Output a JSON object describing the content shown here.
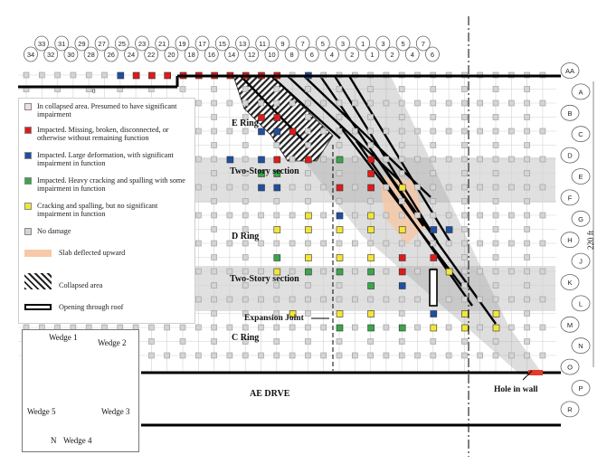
{
  "columns_top": [
    "33",
    "31",
    "29",
    "27",
    "25",
    "23",
    "21",
    "19",
    "17",
    "15",
    "13",
    "11",
    "9",
    "7",
    "5",
    "3",
    "1",
    "3",
    "5",
    "7"
  ],
  "columns_bottom": [
    "34",
    "32",
    "30",
    "28",
    "26",
    "24",
    "22",
    "20",
    "18",
    "16",
    "14",
    "12",
    "10",
    "8",
    "6",
    "4",
    "2",
    "1",
    "2",
    "4",
    "6"
  ],
  "rows": [
    "AA",
    "A",
    "B",
    "C",
    "D",
    "E",
    "F",
    "G",
    "H",
    "J",
    "K",
    "L",
    "M",
    "N",
    "O",
    "P",
    "R"
  ],
  "labels": {
    "e_ring": "E Ring",
    "d_ring": "D Ring",
    "c_ring": "C Ring",
    "two_story_1": "Two-Story section",
    "two_story_2": "Two-Story section",
    "expansion_joint": "Expansion Joint",
    "ae_drive": "AE DRVE",
    "hole_in_wall": "Hole in wall",
    "dimension": "220 ft",
    "zero_mark": "0"
  },
  "legend": [
    {
      "key": "collapsed",
      "text": "In collapsed area. Presumed to have significant impairment",
      "color": "#f2dede"
    },
    {
      "key": "red",
      "text": "Impacted. Missing, broken, disconnected, or otherwise without remaining function",
      "color": "#e01a1a"
    },
    {
      "key": "blue",
      "text": "Impacted. Large deformation, with significant impairment in function",
      "color": "#1f4fa3"
    },
    {
      "key": "green",
      "text": "Impacted. Heavy cracking and spalling with some impairment in function",
      "color": "#3aa64a"
    },
    {
      "key": "yellow",
      "text": "Cracking and spalling, but no significant impairment in function",
      "color": "#f2e63a"
    },
    {
      "key": "none",
      "text": "No damage",
      "color": "#d4d4d4"
    },
    {
      "key": "slab",
      "text": "Slab deflected upward",
      "color": "#f6c9a8"
    },
    {
      "key": "hatch",
      "text": "Collapsed area",
      "color": "#333333"
    },
    {
      "key": "opening",
      "text": "Opening through roof",
      "color": "#ffffff"
    }
  ],
  "inset": {
    "wedges": [
      "Wedge 1",
      "Wedge 2",
      "Wedge 3",
      "Wedge 4",
      "Wedge 5"
    ],
    "north": "N"
  },
  "damaged_columns": [
    {
      "c": 6,
      "r": 0,
      "s": "blue"
    },
    {
      "c": 7,
      "r": 0,
      "s": "red"
    },
    {
      "c": 8,
      "r": 0,
      "s": "red"
    },
    {
      "c": 9,
      "r": 0,
      "s": "red"
    },
    {
      "c": 10,
      "r": 0,
      "s": "red"
    },
    {
      "c": 11,
      "r": 0,
      "s": "red"
    },
    {
      "c": 12,
      "r": 0,
      "s": "red"
    },
    {
      "c": 13,
      "r": 0,
      "s": "red"
    },
    {
      "c": 14,
      "r": 0,
      "s": "red"
    },
    {
      "c": 15,
      "r": 0,
      "s": "red"
    },
    {
      "c": 16,
      "r": 0,
      "s": "red"
    },
    {
      "c": 18,
      "r": 0,
      "s": "blue"
    },
    {
      "c": 9,
      "r": 2,
      "s": "green"
    },
    {
      "c": 10,
      "r": 2,
      "s": "red"
    },
    {
      "c": 15,
      "r": 3,
      "s": "red"
    },
    {
      "c": 16,
      "r": 3,
      "s": "red"
    },
    {
      "c": 15,
      "r": 4,
      "s": "blue"
    },
    {
      "c": 16,
      "r": 4,
      "s": "blue"
    },
    {
      "c": 17,
      "r": 4,
      "s": "red"
    },
    {
      "c": 13,
      "r": 6,
      "s": "blue"
    },
    {
      "c": 15,
      "r": 6,
      "s": "blue"
    },
    {
      "c": 16,
      "r": 6,
      "s": "red"
    },
    {
      "c": 18,
      "r": 6,
      "s": "red"
    },
    {
      "c": 20,
      "r": 6,
      "s": "green"
    },
    {
      "c": 22,
      "r": 6,
      "s": "red"
    },
    {
      "c": 15,
      "r": 7,
      "s": "green"
    },
    {
      "c": 16,
      "r": 7,
      "s": "green"
    },
    {
      "c": 22,
      "r": 7,
      "s": "red"
    },
    {
      "c": 15,
      "r": 8,
      "s": "blue"
    },
    {
      "c": 16,
      "r": 8,
      "s": "blue"
    },
    {
      "c": 20,
      "r": 8,
      "s": "red"
    },
    {
      "c": 22,
      "r": 8,
      "s": "red"
    },
    {
      "c": 24,
      "r": 8,
      "s": "yellow"
    },
    {
      "c": 18,
      "r": 10,
      "s": "yellow"
    },
    {
      "c": 20,
      "r": 10,
      "s": "blue"
    },
    {
      "c": 22,
      "r": 10,
      "s": "yellow"
    },
    {
      "c": 16,
      "r": 11,
      "s": "yellow"
    },
    {
      "c": 18,
      "r": 11,
      "s": "yellow"
    },
    {
      "c": 20,
      "r": 11,
      "s": "yellow"
    },
    {
      "c": 22,
      "r": 11,
      "s": "yellow"
    },
    {
      "c": 24,
      "r": 11,
      "s": "yellow"
    },
    {
      "c": 26,
      "r": 11,
      "s": "blue"
    },
    {
      "c": 27,
      "r": 11,
      "s": "blue"
    },
    {
      "c": 16,
      "r": 13,
      "s": "green"
    },
    {
      "c": 18,
      "r": 13,
      "s": "yellow"
    },
    {
      "c": 20,
      "r": 13,
      "s": "yellow"
    },
    {
      "c": 22,
      "r": 13,
      "s": "yellow"
    },
    {
      "c": 24,
      "r": 13,
      "s": "red"
    },
    {
      "c": 26,
      "r": 13,
      "s": "red"
    },
    {
      "c": 16,
      "r": 14,
      "s": "yellow"
    },
    {
      "c": 18,
      "r": 14,
      "s": "green"
    },
    {
      "c": 20,
      "r": 14,
      "s": "green"
    },
    {
      "c": 22,
      "r": 14,
      "s": "green"
    },
    {
      "c": 24,
      "r": 14,
      "s": "red"
    },
    {
      "c": 26,
      "r": 14,
      "s": "yellow"
    },
    {
      "c": 27,
      "r": 14,
      "s": "yellow"
    },
    {
      "c": 22,
      "r": 15,
      "s": "green"
    },
    {
      "c": 24,
      "r": 15,
      "s": "blue"
    },
    {
      "c": 26,
      "r": 15,
      "s": "yellow"
    },
    {
      "c": 17,
      "r": 17,
      "s": "yellow"
    },
    {
      "c": 20,
      "r": 17,
      "s": "yellow"
    },
    {
      "c": 22,
      "r": 17,
      "s": "yellow"
    },
    {
      "c": 26,
      "r": 17,
      "s": "blue"
    },
    {
      "c": 28,
      "r": 17,
      "s": "yellow"
    },
    {
      "c": 30,
      "r": 17,
      "s": "yellow"
    },
    {
      "c": 20,
      "r": 18,
      "s": "green"
    },
    {
      "c": 22,
      "r": 18,
      "s": "green"
    },
    {
      "c": 24,
      "r": 18,
      "s": "green"
    },
    {
      "c": 26,
      "r": 18,
      "s": "yellow"
    },
    {
      "c": 28,
      "r": 18,
      "s": "yellow"
    },
    {
      "c": 30,
      "r": 18,
      "s": "yellow"
    }
  ]
}
